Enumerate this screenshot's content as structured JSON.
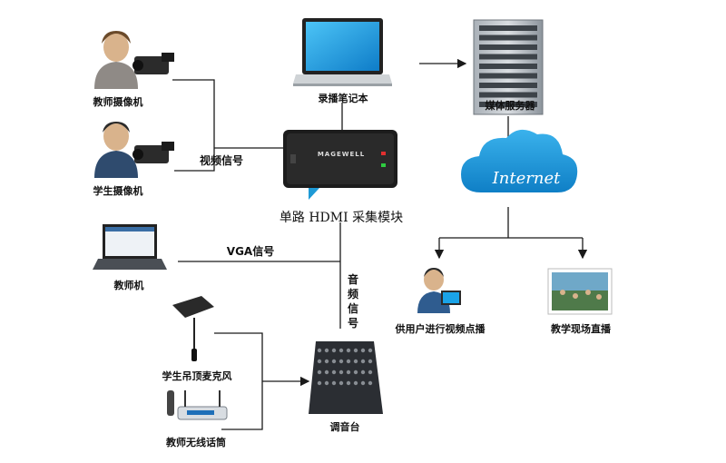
{
  "nodes": {
    "teacher_camera": "教师摄像机",
    "student_camera": "学生摄像机",
    "recording_laptop": "录播笔记本",
    "media_server": "媒体服务器",
    "capture_module": "单路 HDMI 采集模块",
    "teacher_pc": "教师机",
    "ceiling_mic": "学生吊顶麦克风",
    "wireless_mic": "教师无线话筒",
    "mixer": "调音台",
    "user_vod": "供用户进行视频点播",
    "live_stream": "教学现场直播"
  },
  "edges": {
    "video_signal": "视频信号",
    "vga_signal": "VGA信号",
    "audio_signal": "音频信号"
  },
  "cloud_label": "Internet",
  "device_brand": "MAGEWELL",
  "colors": {
    "line": "#1a1a1a",
    "cloud": "#1e9ad6",
    "screen": "#1aa3e8",
    "server": "#8c949c"
  }
}
